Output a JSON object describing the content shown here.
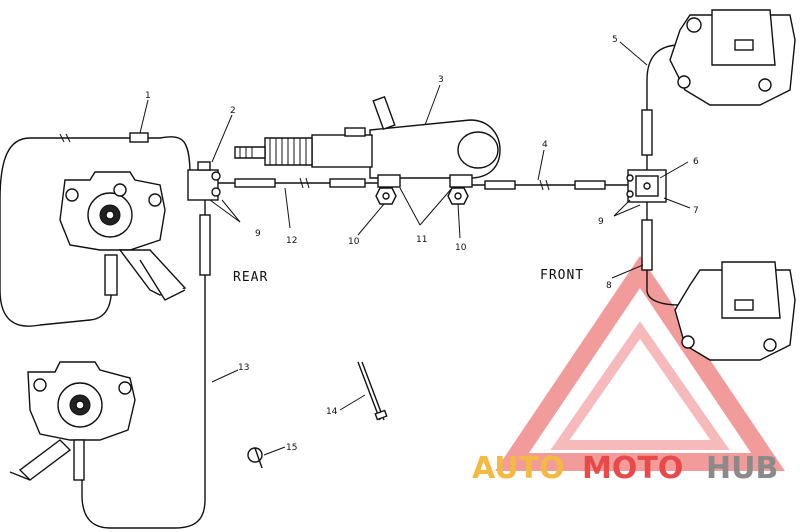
{
  "labels": {
    "region_rear": "REAR",
    "region_front": "FRONT"
  },
  "callouts": [
    {
      "id": "1",
      "text": "1"
    },
    {
      "id": "2",
      "text": "2"
    },
    {
      "id": "3",
      "text": "3"
    },
    {
      "id": "4",
      "text": "4"
    },
    {
      "id": "5",
      "text": "5"
    },
    {
      "id": "6",
      "text": "6"
    },
    {
      "id": "7",
      "text": "7"
    },
    {
      "id": "8",
      "text": "8"
    },
    {
      "id": "9a",
      "text": "9"
    },
    {
      "id": "9b",
      "text": "9"
    },
    {
      "id": "10a",
      "text": "10"
    },
    {
      "id": "10b",
      "text": "10"
    },
    {
      "id": "11",
      "text": "11"
    },
    {
      "id": "12",
      "text": "12"
    },
    {
      "id": "13",
      "text": "13"
    },
    {
      "id": "14",
      "text": "14"
    },
    {
      "id": "15",
      "text": "15"
    }
  ],
  "watermark": {
    "part1": "AUTO",
    "part2": "MOTO",
    "part3": "HUB",
    "colors": {
      "auto": "#f4b942",
      "moto": "#e84a4a",
      "hub": "#8a8a8a",
      "logo": "#e84a4a"
    }
  }
}
